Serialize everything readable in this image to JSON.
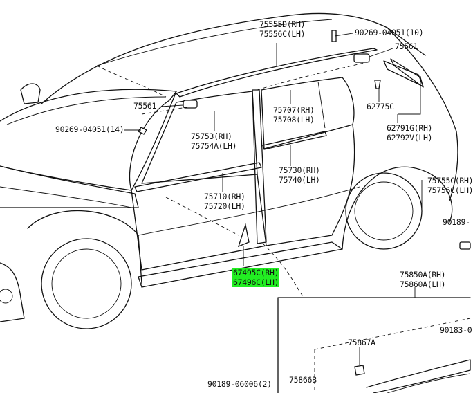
{
  "labels": {
    "p75555d": "75555D(RH)",
    "p75556c": "75556C(LH)",
    "p90269_top": "90269-04051(10)",
    "p75561_top": "75561",
    "p75561_left": "75561",
    "p90269_left": "90269-04051(14)",
    "p75707": "75707(RH)",
    "p75708": "75708(LH)",
    "p62775c": "62775C",
    "p75753": "75753(RH)",
    "p75754a": "75754A(LH)",
    "p62791g": "62791G(RH)",
    "p62792v": "62792V(LH)",
    "p75730": "75730(RH)",
    "p75740": "75740(LH)",
    "p75755c": "75755C(RH)",
    "p75756c": "75756C(LH)",
    "p75710": "75710(RH)",
    "p75720": "75720(LH)",
    "p90189_right": "90189-",
    "p67495c": "67495C(RH)",
    "p67496c": "67496C(LH)",
    "p75850a": "75850A(RH)",
    "p75860a": "75860A(LH)",
    "p90183": "90183-0",
    "p75867a": "75867A",
    "p90189_bottom": "90189-06006(2)",
    "p75866b": "75866B"
  },
  "colors": {
    "line": "#111111",
    "highlight": "#22ee22",
    "background": "#ffffff"
  }
}
